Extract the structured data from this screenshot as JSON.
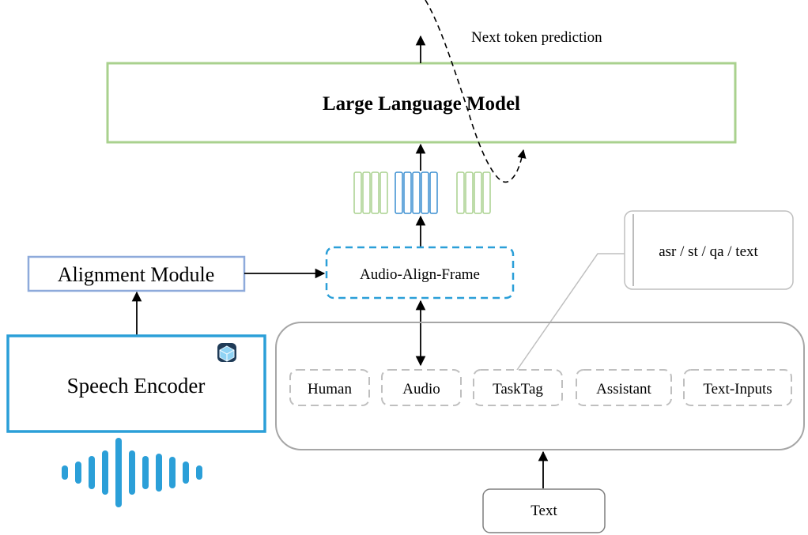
{
  "llm": {
    "label": "Large Language Model"
  },
  "next_token": {
    "label": "Next token prediction"
  },
  "alignment_module": {
    "label": "Alignment Module"
  },
  "audio_align_frame": {
    "label": "Audio-Align-Frame"
  },
  "speech_encoder": {
    "label": "Speech Encoder",
    "icon": "cube-icon"
  },
  "tasks_callout": {
    "label": "asr / st / qa / text"
  },
  "prompt_tokens": [
    "Human",
    "Audio",
    "TaskTag",
    "Assistant",
    "Text-Inputs"
  ],
  "text_input": {
    "label": "Text"
  },
  "embedding_bars": {
    "left_text_count": 4,
    "audio_count": 5,
    "right_text_count": 4
  },
  "waveform": {
    "icon": "audio-waveform-icon"
  },
  "colors": {
    "llm_border": "#a9d18e",
    "text_embedding": "#a9d18e",
    "audio_embedding": "#3a8ed0",
    "alignment_border": "#8eaadb",
    "speech_encoder_border": "#2b9fd8",
    "audio_align_border": "#2b9fd8",
    "token_border": "#bfbfbf",
    "container_border": "#a6a6a6",
    "waveform": "#2b9fd8"
  }
}
